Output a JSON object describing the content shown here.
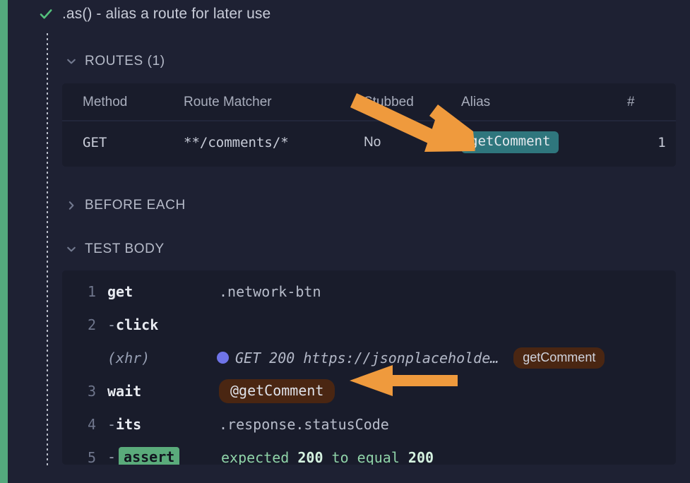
{
  "colors": {
    "page_background": "#1e2133",
    "panel_background": "#191c2b",
    "status_bar_green": "#54a97d",
    "alias_pill_teal": "#2f767d",
    "alias_pill_brown": "#4a2612",
    "assert_green": "#5aab7b",
    "xhr_dot_blue": "#6f74e8",
    "annotation_orange": "#ef9a3d",
    "check_green": "#54c07c"
  },
  "test": {
    "status_icon": "check-icon",
    "title": ".as() - alias a route for later use"
  },
  "sections": [
    {
      "id": "routes",
      "label": "ROUTES (1)",
      "expanded": true,
      "icon": "chevron-down-icon"
    },
    {
      "id": "before-each",
      "label": "BEFORE EACH",
      "expanded": false,
      "icon": "chevron-right-icon"
    },
    {
      "id": "test-body",
      "label": "TEST BODY",
      "expanded": true,
      "icon": "chevron-down-icon"
    }
  ],
  "routes_table": {
    "headers": [
      "Method",
      "Route Matcher",
      "Stubbed",
      "Alias",
      "#"
    ],
    "rows": [
      {
        "method": "GET",
        "matcher": "**/comments/*",
        "stubbed": "No",
        "alias": "getComment",
        "count": "1"
      }
    ]
  },
  "commands": [
    {
      "number": "1",
      "name": "get",
      "dash": "",
      "arg": ".network-btn",
      "type": "command"
    },
    {
      "number": "2",
      "name": "click",
      "dash": "-",
      "arg": "",
      "type": "command"
    },
    {
      "number": "",
      "name": "(xhr)",
      "dash": "",
      "arg": "GET 200 https://jsonplaceholde…",
      "badge": "getComment",
      "type": "xhr"
    },
    {
      "number": "3",
      "name": "wait",
      "dash": "",
      "arg": "@getComment",
      "type": "wait"
    },
    {
      "number": "4",
      "name": "its",
      "dash": "-",
      "arg": ".response.statusCode",
      "type": "command"
    },
    {
      "number": "5",
      "name": "assert",
      "dash": "-",
      "arg_prefix": "expected ",
      "arg_value_1": "200",
      "arg_middle": " to equal ",
      "arg_value_2": "200",
      "type": "assert"
    }
  ],
  "annotations": [
    {
      "name": "arrow-to-routes-alias",
      "direction": "down-right",
      "color": "#ef9a3d"
    },
    {
      "name": "arrow-to-wait-alias",
      "direction": "left",
      "color": "#ef9a3d"
    }
  ]
}
